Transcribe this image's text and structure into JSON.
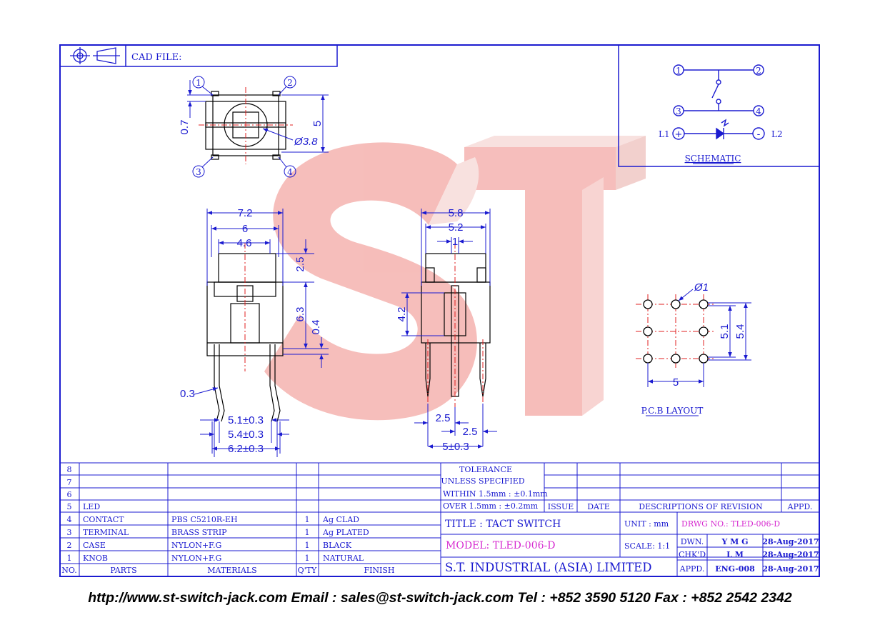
{
  "header": {
    "cad_file_label": "CAD FILE:"
  },
  "schematic": {
    "label": "SCHEMATIC",
    "pins": [
      "1",
      "2",
      "3",
      "4"
    ],
    "led_left": "L1",
    "led_right": "L2",
    "plus": "+",
    "minus": "-"
  },
  "top_view": {
    "pins": [
      "1",
      "2",
      "3",
      "4"
    ],
    "dim_07": "0.7",
    "dim_5": "5",
    "dim_dia38": "Ø3.8"
  },
  "front_view": {
    "w72": "7.2",
    "w6": "6",
    "w46": "4.6",
    "h25": "2.5",
    "h63": "6.3",
    "h04": "0.4",
    "d03": "0.3",
    "b51": "5.1±0.3",
    "b54": "5.4±0.3",
    "b62": "6.2±0.3"
  },
  "side_view": {
    "w58": "5.8",
    "w52": "5.2",
    "w1": "1",
    "h42": "4.2",
    "b25a": "2.5",
    "b25b": "2.5",
    "b5": "5±0.3"
  },
  "pcb": {
    "label": "P.C.B LAYOUT",
    "dia": "Ø1",
    "h51": "5.1",
    "h54": "5.4",
    "w5": "5"
  },
  "watermark": {
    "text": "ST"
  },
  "parts_table": {
    "rows": [
      {
        "no": "8",
        "part": "",
        "material": "",
        "qty": "",
        "finish": ""
      },
      {
        "no": "7",
        "part": "",
        "material": "",
        "qty": "",
        "finish": ""
      },
      {
        "no": "6",
        "part": "",
        "material": "",
        "qty": "",
        "finish": ""
      },
      {
        "no": "5",
        "part": "LED",
        "material": "",
        "qty": "",
        "finish": ""
      },
      {
        "no": "4",
        "part": "CONTACT",
        "material": "PBS C5210R-EH",
        "qty": "1",
        "finish": "Ag CLAD"
      },
      {
        "no": "3",
        "part": "TERMINAL",
        "material": "BRASS STRIP",
        "qty": "1",
        "finish": "Ag PLATED"
      },
      {
        "no": "2",
        "part": "CASE",
        "material": "NYLON+F.G",
        "qty": "1",
        "finish": "BLACK"
      },
      {
        "no": "1",
        "part": "KNOB",
        "material": "NYLON+F.G",
        "qty": "1",
        "finish": "NATURAL"
      }
    ],
    "headers": {
      "no": "NO.",
      "parts": "PARTS",
      "materials": "MATERIALS",
      "qty": "Q'TY",
      "finish": "FINISH"
    }
  },
  "title_block": {
    "tolerance": "TOLERANCE",
    "unless": "UNLESS  SPECIFIED",
    "within": "WITHIN  1.5mm  :  ±0.1mm",
    "over": "OVER    1.5mm  :  ±0.2mm",
    "issue": "ISSUE",
    "date": "DATE",
    "descriptions": "DESCRIPTIONS  OF  REVISION",
    "appd": "APPD.",
    "title": "TITLE : TACT SWITCH",
    "unit": "UNIT :   mm",
    "drwg": "DRWG NO.: TLED-006-D",
    "model": "MODEL: TLED-006-D",
    "scale": "SCALE:  1:1",
    "dwn": "DWN.",
    "dwn_by": "Y M G",
    "dwn_date": "28-Aug-2017",
    "chkd": "CHK'D",
    "chkd_by": "L M",
    "chkd_date": "28-Aug-2017",
    "appd2": "APPD.",
    "appd_by": "ENG-008",
    "appd_date": "28-Aug-2017",
    "company": "S.T.  INDUSTRIAL  (ASIA)  LIMITED"
  },
  "footer": {
    "text": "http://www.st-switch-jack.com  Email : sales@st-switch-jack.com  Tel : +852 3590 5120  Fax : +852 2542 2342"
  }
}
